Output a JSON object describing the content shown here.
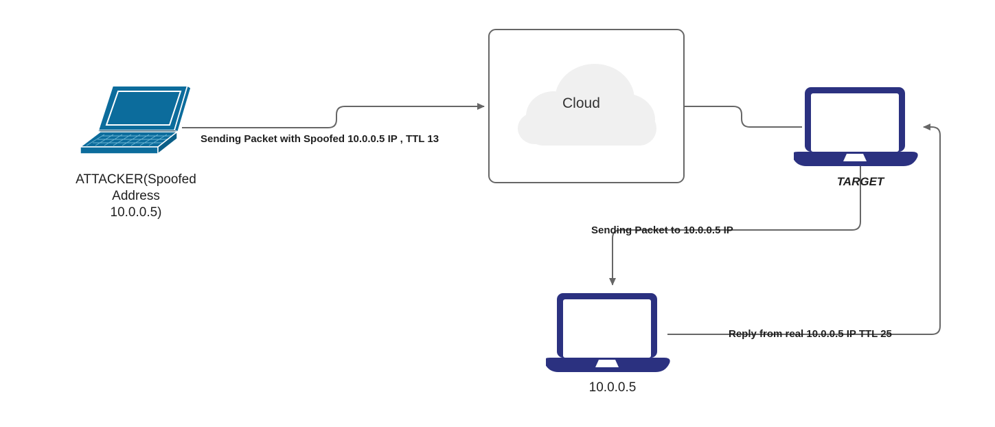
{
  "diagram": {
    "title": "IP Spoofing / TTL Reflection Network Diagram",
    "colors": {
      "attacker_laptop": "#0C6C9C",
      "node_laptop": "#2B3180",
      "wire": "#666666",
      "cloud_fill": "#F0F0F0",
      "box_border": "#666666",
      "text": "#1F1F1F"
    },
    "nodes": [
      {
        "id": "attacker",
        "label": "ATTACKER(Spoofed\nAddress\n10.0.0.5)",
        "icon": "laptop-isometric-icon"
      },
      {
        "id": "cloud",
        "label": "Cloud",
        "icon": "cloud-icon"
      },
      {
        "id": "target",
        "label": "TARGET",
        "icon": "laptop-front-icon"
      },
      {
        "id": "victim",
        "label": "10.0.0.5",
        "icon": "laptop-front-icon"
      }
    ],
    "edges": [
      {
        "id": "attacker-to-cloud",
        "label": "Sending Packet with Spoofed 10.0.0.5 IP , TTL 13",
        "from": "attacker",
        "to": "cloud",
        "arrow": true
      },
      {
        "id": "cloud-to-target",
        "label": "",
        "from": "cloud",
        "to": "target",
        "arrow": false
      },
      {
        "id": "target-to-victim",
        "label": "Sending Packet to 10.0.0.5 IP",
        "from": "target",
        "to": "victim",
        "arrow": true
      },
      {
        "id": "victim-to-target",
        "label": "Reply from real 10.0.0.5 IP TTL 25",
        "from": "victim",
        "to": "target",
        "arrow": true
      }
    ]
  }
}
